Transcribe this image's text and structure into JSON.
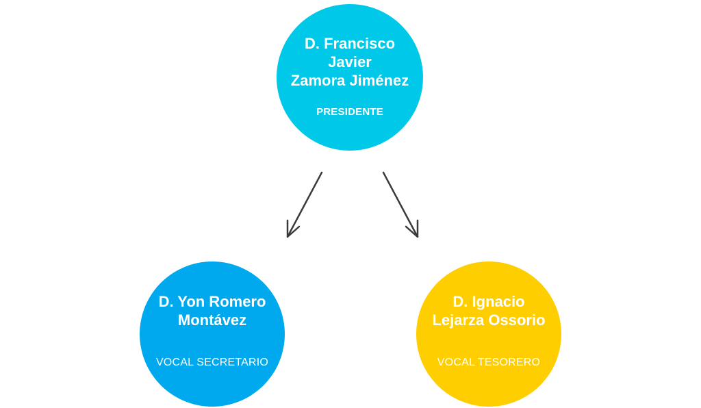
{
  "nodes": {
    "presidente": {
      "name": "D. Francisco\nJavier\nZamora Jiménez",
      "role": "PRESIDENTE",
      "color": "#00c8e8"
    },
    "secretario": {
      "name": "D. Yon Romero\nMontávez",
      "role": "VOCAL SECRETARIO",
      "color": "#00a9ee"
    },
    "tesorero": {
      "name": "D. Ignacio\nLejarza Ossorio",
      "role": "VOCAL TESORERO",
      "color": "#ffce00"
    }
  },
  "arrow_color": "#3a3a3a"
}
